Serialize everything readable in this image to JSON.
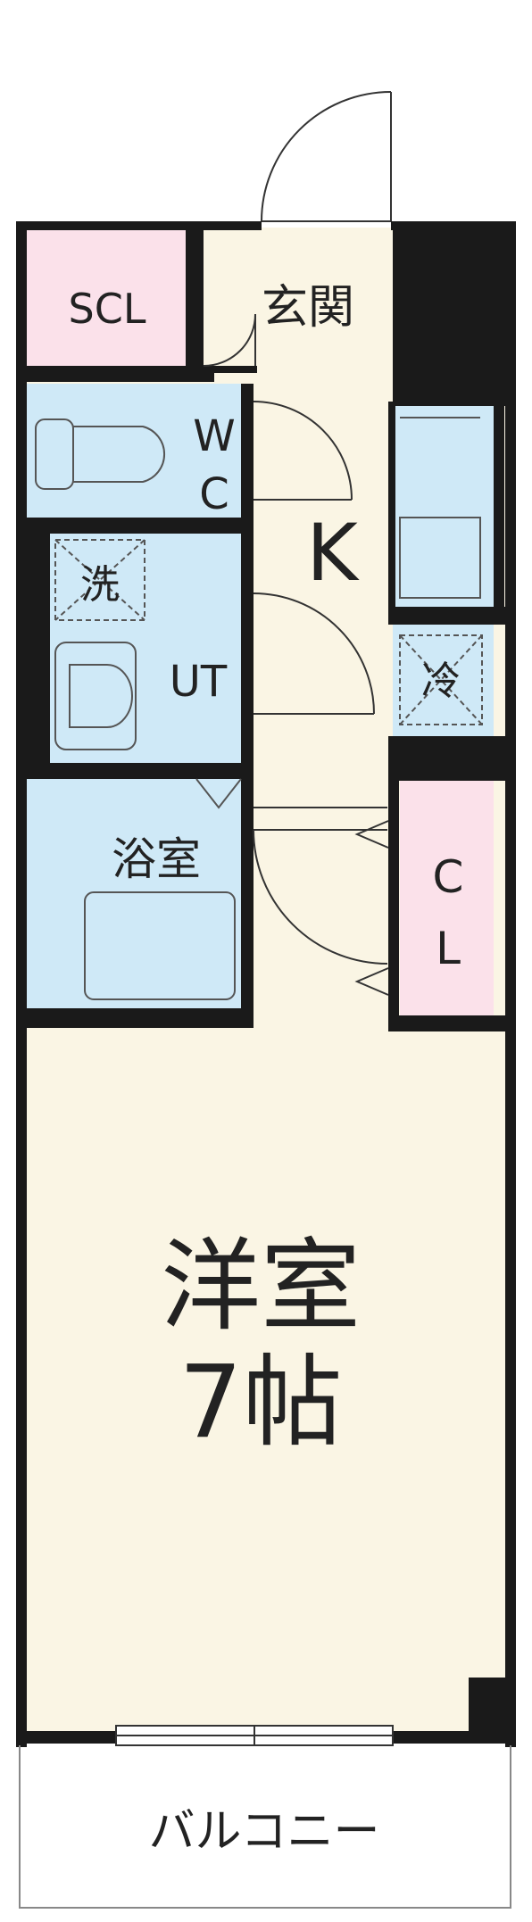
{
  "rooms": {
    "scl": "SCL",
    "entrance": "玄関",
    "wc_1": "W",
    "wc_2": "C",
    "kitchen": "K",
    "washer": "洗",
    "ut": "UT",
    "fridge": "冷",
    "bath": "浴室",
    "closet_1": "C",
    "closet_2": "L",
    "western_1": "洋室",
    "western_2": "7帖",
    "balcony": "バルコニー"
  },
  "colors": {
    "wall": "#1a1a1a",
    "floor": "#faf5e4",
    "wet": "#cfe9f7",
    "storage": "#fbe1ea",
    "balcony": "#ffffff",
    "fixture_line": "#555555"
  }
}
